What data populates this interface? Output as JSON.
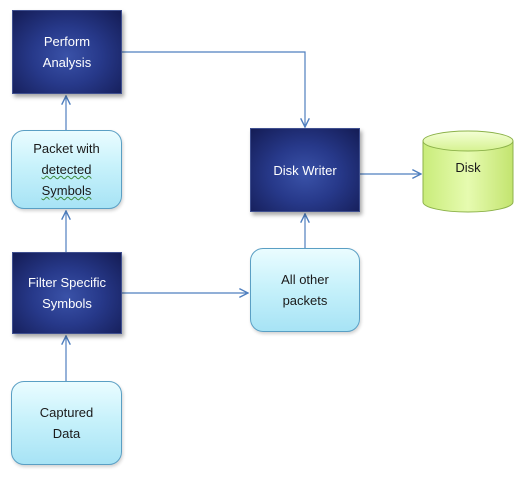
{
  "nodes": {
    "perform_analysis": "Perform\nAnalysis",
    "packet_line1": "Packet with",
    "packet_line2": "detected",
    "packet_line3": "Symbols",
    "filter_symbols": "Filter Specific\nSymbols",
    "captured_data": "Captured\nData",
    "disk_writer": "Disk Writer",
    "all_other_packets": "All other\npackets",
    "disk": "Disk"
  },
  "colors": {
    "dark_box": "#27398a",
    "light_box": "#c8f2fb",
    "disk_fill": "#d4f28a",
    "arrow": "#4f7fbf"
  }
}
